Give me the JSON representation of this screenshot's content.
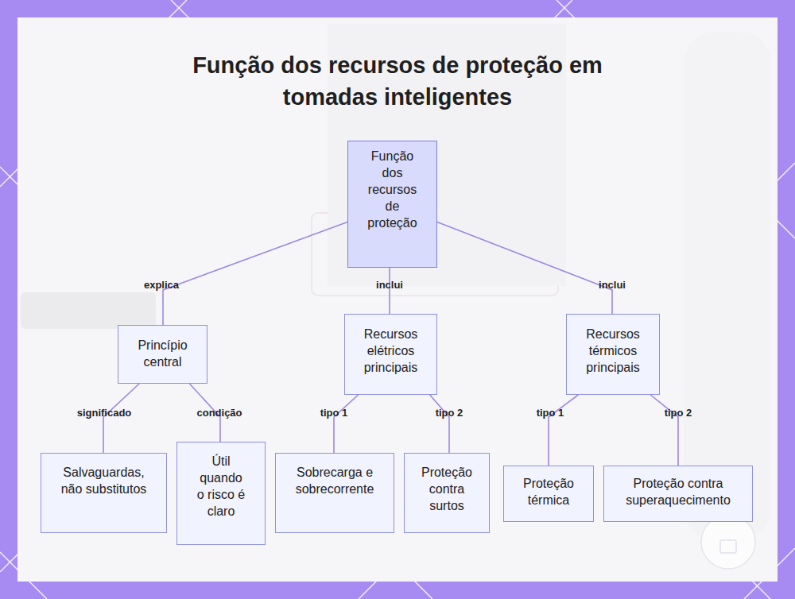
{
  "diagram": {
    "title": "Função dos recursos de proteção em tomadas inteligentes",
    "nodes": [
      {
        "text": [
          "Função dos recursos de proteção"
        ]
      },
      {
        "text": [
          "Princípio central"
        ]
      },
      {
        "text": [
          "Recursos elétricos principais"
        ]
      },
      {
        "text": [
          "Recursos térmicos principais"
        ]
      },
      {
        "text": [
          "Salvaguardas, não substitutos"
        ]
      },
      {
        "text": [
          "Útil quando o risco é claro"
        ]
      },
      {
        "text": [
          "Sobrecarga e sobrecorrente"
        ]
      },
      {
        "text": [
          "Proteção contra surtos"
        ]
      },
      {
        "text": [
          "Proteção térmica"
        ]
      },
      {
        "text": [
          "Proteção contra superaquecimento"
        ]
      }
    ],
    "edges": [
      {
        "from": 0,
        "to": 1,
        "label": "explica",
        "arrow": "none"
      },
      {
        "from": 0,
        "to": 2,
        "label": "inclui",
        "arrow": "none"
      },
      {
        "from": 0,
        "to": 3,
        "label": "inclui",
        "arrow": "none"
      },
      {
        "from": 1,
        "to": 4,
        "label": "significado",
        "arrow": "none"
      },
      {
        "from": 1,
        "to": 5,
        "label": "condição",
        "arrow": "none"
      },
      {
        "from": 2,
        "to": 6,
        "label": "tipo 1",
        "arrow": "none"
      },
      {
        "from": 2,
        "to": 7,
        "label": "tipo 2",
        "arrow": "none"
      },
      {
        "from": 3,
        "to": 8,
        "label": "tipo 1",
        "arrow": "none"
      },
      {
        "from": 3,
        "to": 9,
        "label": "tipo 2",
        "arrow": "none"
      }
    ]
  }
}
